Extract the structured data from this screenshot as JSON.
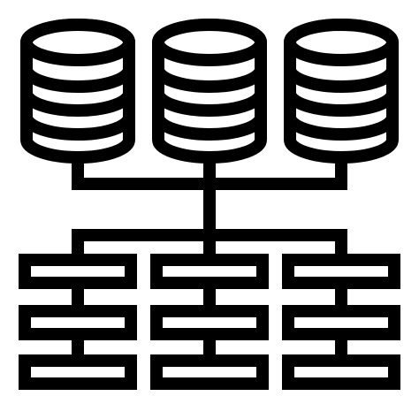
{
  "icon": {
    "name": "database-network-icon",
    "stroke_color": "#000000",
    "fill_color": "#ffffff",
    "databases": [
      "database-1",
      "database-2",
      "database-3"
    ],
    "server_columns": [
      "server-column-1",
      "server-column-2",
      "server-column-3"
    ],
    "servers_per_column": 3,
    "disk_segments_per_database": 4
  }
}
